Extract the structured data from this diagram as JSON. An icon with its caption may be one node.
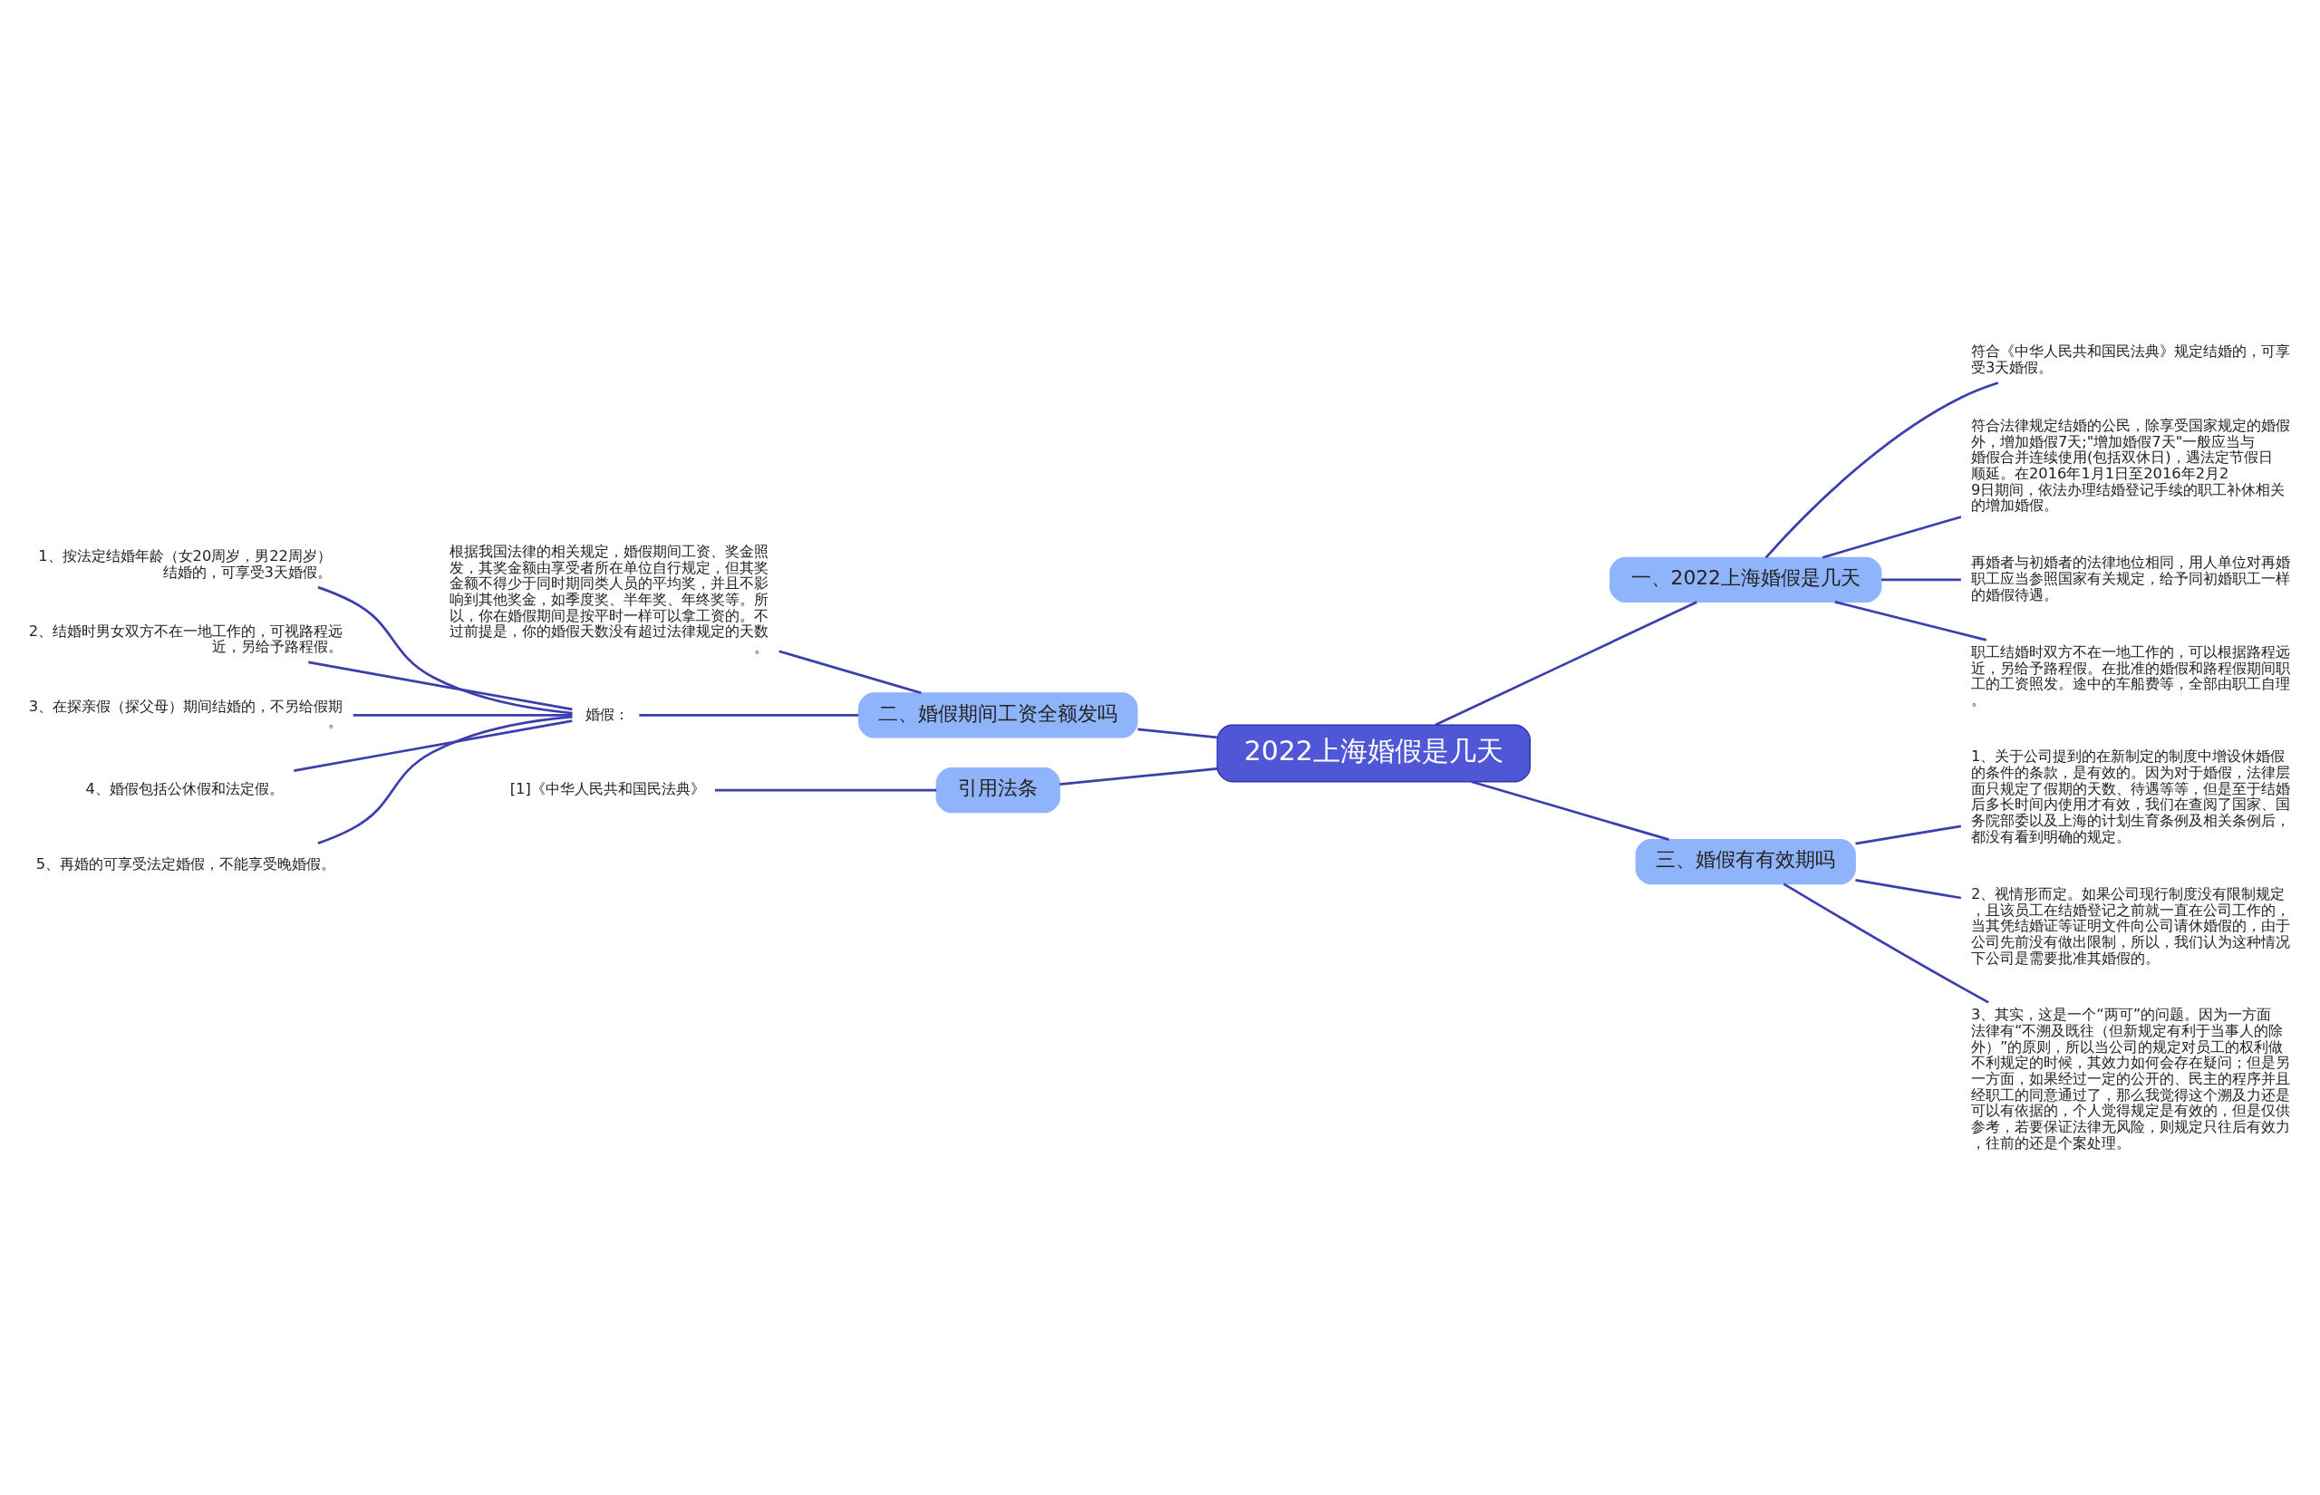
{
  "diagram": {
    "nodes": [
      {
        "text": [
          "2022上海婚假是几天"
        ]
      },
      {
        "text": [
          "一、2022上海婚假是几天"
        ]
      },
      {
        "text": [
          "符合《中华人民共和国民法典》规定结婚的，可享受3天婚假。"
        ]
      },
      {
        "text": [
          "符合法律规定结婚的公民，除享受国家规定的婚假外，增加婚假7天;\"增加婚假7天\"一般应当与婚假合并连续使用(包括双休日)，遇法定节假日顺延。在2016年1月1日至2016年2月29日期间，依法办理结婚登记手续的职工补休相关的增加婚假。"
        ]
      },
      {
        "text": [
          "再婚者与初婚者的法律地位相同，用人单位对再婚职工应当参照国家有关规定，给予同初婚职工一样的婚假待遇。"
        ]
      },
      {
        "text": [
          "职工结婚时双方不在一地工作的，可以根据路程远近，另给予路程假。在批准的婚假和路程假期间职工的工资照发。途中的车船费等，全部由职工自理。"
        ]
      },
      {
        "text": [
          "二、婚假期间工资全额发吗"
        ]
      },
      {
        "text": [
          "根据我国法律的相关规定，婚假期间工资、奖金照发，其奖金额由享受者所在单位自行规定，但其奖金额不得少于同时期同类人员的平均奖，并且不影响到其他奖金，如季度奖、半年奖、年终奖等。所以，你在婚假期间是按平时一样可以拿工资的。不过前提是，你的婚假天数没有超过法律规定的天数。"
        ]
      },
      {
        "text": [
          "婚假："
        ]
      },
      {
        "text": [
          "1、按法定结婚年龄（女20周岁，男22周岁）结婚的，可享受3天婚假。"
        ]
      },
      {
        "text": [
          "2、结婚时男女双方不在一地工作的，可视路程远近，另给予路程假。"
        ]
      },
      {
        "text": [
          "3、在探亲假（探父母）期间结婚的，不另给假期。"
        ]
      },
      {
        "text": [
          "4、婚假包括公休假和法定假。"
        ]
      },
      {
        "text": [
          "5、再婚的可享受法定婚假，不能享受晚婚假。"
        ]
      },
      {
        "text": [
          "三、婚假有有效期吗"
        ]
      },
      {
        "text": [
          "1、关于公司提到的在新制定的制度中增设休婚假的条件的条款，是有效的。因为对于婚假，法律层面只规定了假期的天数、待遇等等，但是至于结婚后多长时间内使用才有效，我们在查阅了国家、国务院部委以及上海的计划生育条例及相关条例后，都没有看到明确的规定。"
        ]
      },
      {
        "text": [
          "2、视情形而定。如果公司现行制度没有限制规定，且该员工在结婚登记之前就一直在公司工作的，当其凭结婚证等证明文件向公司请休婚假的，由于公司先前没有做出限制，所以，我们认为这种情况下公司是需要批准其婚假的。"
        ]
      },
      {
        "text": [
          "3、其实，这是一个“两可”的问题。因为一方面法律有“不溯及既往（但新规定有利于当事人的除外）”的原则，所以当公司的规定对员工的权利做不利规定的时候，其效力如何会存在疑问；但是另一方面，如果经过一定的公开的、民主的程序并且经职工的同意通过了，那么我觉得这个溯及力还是可以有依据的，个人觉得规定是有效的，但是仅供参考，若要保证法律无风险，则规定只往后有效力，往前的还是个案处理。"
        ]
      },
      {
        "text": [
          "引用法条"
        ]
      },
      {
        "text": [
          "[1]《中华人民共和国民法典》"
        ]
      }
    ],
    "edges": [
      {
        "from": 0,
        "to": 1,
        "arrow": "none"
      },
      {
        "from": 1,
        "to": 2,
        "arrow": "none"
      },
      {
        "from": 1,
        "to": 3,
        "arrow": "none"
      },
      {
        "from": 1,
        "to": 4,
        "arrow": "none"
      },
      {
        "from": 1,
        "to": 5,
        "arrow": "none"
      },
      {
        "from": 0,
        "to": 6,
        "arrow": "none"
      },
      {
        "from": 6,
        "to": 7,
        "arrow": "none"
      },
      {
        "from": 6,
        "to": 8,
        "arrow": "none"
      },
      {
        "from": 8,
        "to": 9,
        "arrow": "none"
      },
      {
        "from": 8,
        "to": 10,
        "arrow": "none"
      },
      {
        "from": 8,
        "to": 11,
        "arrow": "none"
      },
      {
        "from": 8,
        "to": 12,
        "arrow": "none"
      },
      {
        "from": 8,
        "to": 13,
        "arrow": "none"
      },
      {
        "from": 0,
        "to": 14,
        "arrow": "none"
      },
      {
        "from": 14,
        "to": 15,
        "arrow": "none"
      },
      {
        "from": 14,
        "to": 16,
        "arrow": "none"
      },
      {
        "from": 14,
        "to": 17,
        "arrow": "none"
      },
      {
        "from": 0,
        "to": 18,
        "arrow": "none"
      },
      {
        "from": 18,
        "to": 19,
        "arrow": "none"
      }
    ]
  }
}
